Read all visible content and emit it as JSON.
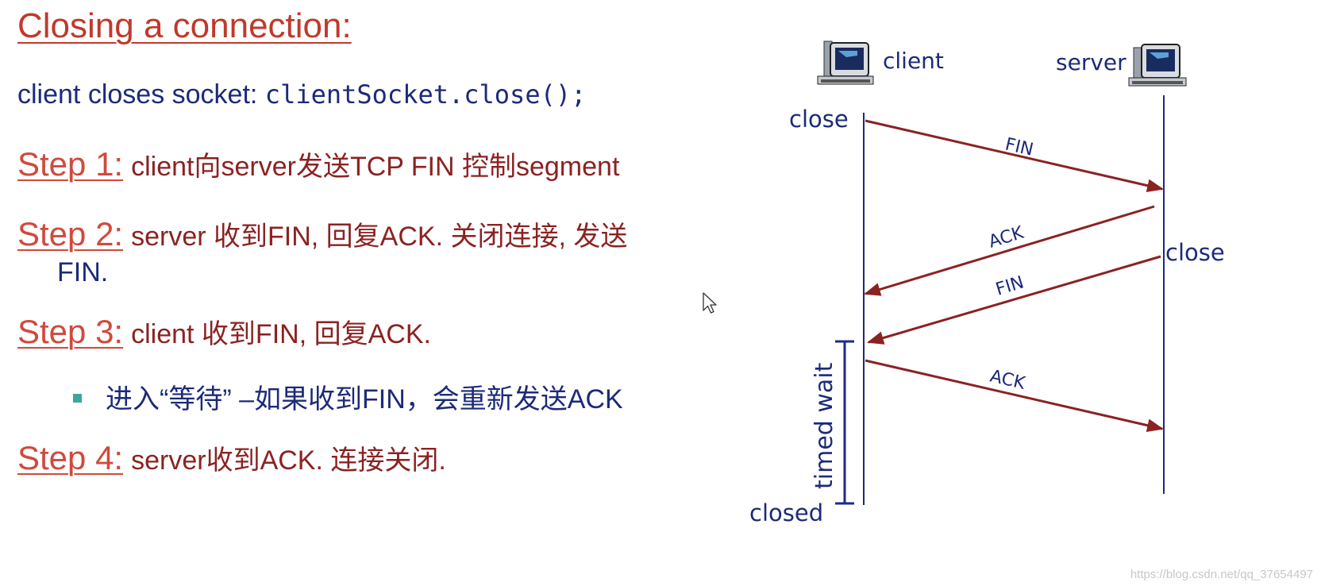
{
  "slide": {
    "title": "Closing a connection:",
    "intro_text": "client closes socket: ",
    "intro_code": "clientSocket.close();",
    "steps": [
      {
        "label": "Step 1:",
        "line1": "client向server发送TCP FIN 控制segment"
      },
      {
        "label": "Step 2:",
        "line1": "server 收到FIN, 回复ACK. 关闭连接, 发送",
        "line2": "FIN."
      },
      {
        "label": "Step 3:",
        "line1": "client 收到FIN, 回复ACK.",
        "bullet": "进入“等待” –如果收到FIN，会重新发送ACK"
      },
      {
        "label": "Step 4:",
        "line1": "server收到ACK. 连接关闭."
      }
    ]
  },
  "diagram": {
    "client_label": "client",
    "server_label": "server",
    "client_close": "close",
    "server_close": "close",
    "timed_wait": "timed wait",
    "closed": "closed",
    "messages": [
      "FIN",
      "ACK",
      "FIN",
      "ACK"
    ],
    "colors": {
      "arrow": "#8b2222",
      "timeline": "#1c2a7a",
      "timed_wait": "#1c2a8a"
    }
  },
  "watermark": "https://blog.csdn.net/qq_37654497"
}
